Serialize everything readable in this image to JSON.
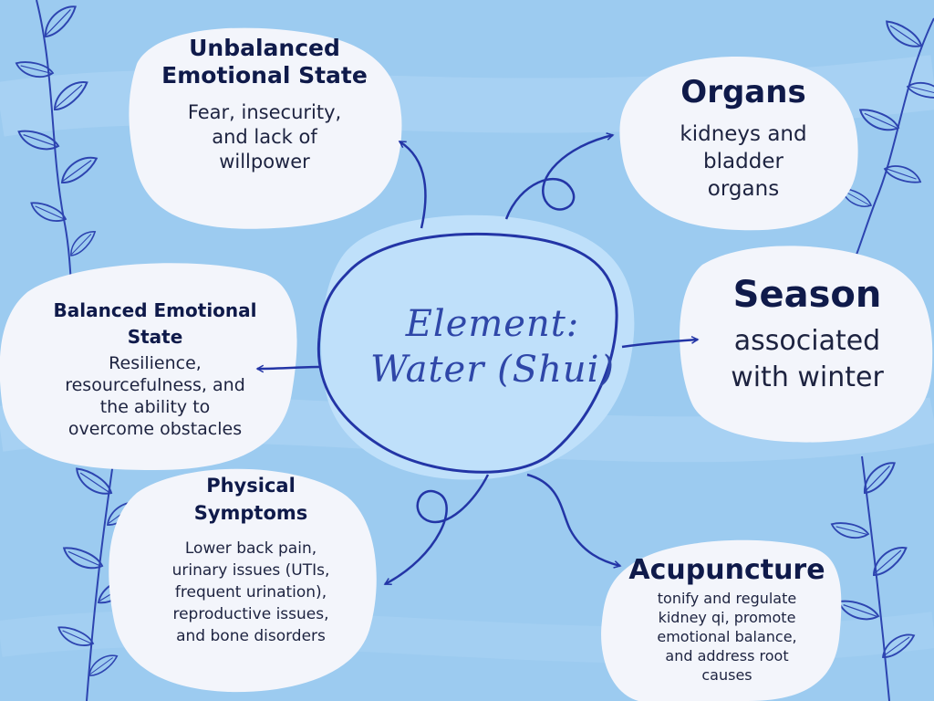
{
  "center": {
    "line1": "Element:",
    "line2": "Water (Shui)"
  },
  "unbalanced": {
    "title_line1": "Unbalanced",
    "title_line2": "Emotional State",
    "body_line1": "Fear, insecurity,",
    "body_line2": "and lack of",
    "body_line3": "willpower"
  },
  "organs": {
    "title": "Organs",
    "body_line1": "kidneys and",
    "body_line2": "bladder",
    "body_line3": "organs"
  },
  "balanced": {
    "title_line1": "Balanced Emotional",
    "title_line2": "State",
    "body_line1": "Resilience,",
    "body_line2": "resourcefulness, and",
    "body_line3": "the ability to",
    "body_line4": "overcome obstacles"
  },
  "season": {
    "title": "Season",
    "body_line1": "associated",
    "body_line2": "with winter"
  },
  "physical": {
    "title_line1": "Physical",
    "title_line2": "Symptoms",
    "body_line1": "Lower back pain,",
    "body_line2": "urinary issues (UTIs,",
    "body_line3": "frequent urination),",
    "body_line4": "reproductive issues,",
    "body_line5": "and bone disorders"
  },
  "acupuncture": {
    "title": "Acupuncture",
    "body_line1": "tonify and regulate",
    "body_line2": "kidney qi, promote",
    "body_line3": "emotional balance,",
    "body_line4": "and address root",
    "body_line5": "causes"
  },
  "colors": {
    "background": "#9ccbf0",
    "bubble": "#f3f5fb",
    "center_fill": "#bfe0fa",
    "line": "#2335a6",
    "heading": "#0f1a4a"
  }
}
